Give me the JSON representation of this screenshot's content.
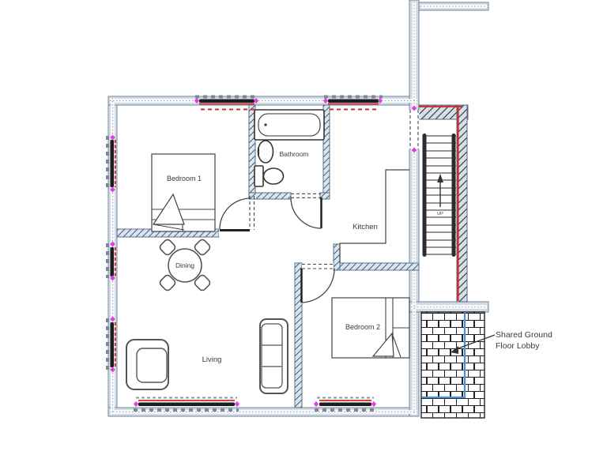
{
  "labels": {
    "bedroom1": "Bedroom 1",
    "bathroom": "Bathroom",
    "kitchen": "Kitchen",
    "dining": "Dining",
    "living": "Living",
    "bedroom2": "Bedroom 2",
    "stairs_direction": "UP",
    "lobby_line1": "Shared Ground",
    "lobby_line2": "Floor Lobby"
  },
  "colors": {
    "wall_fill": "#d3dce6",
    "wall_edge": "#76879b",
    "hatch_wall_fill": "#dbe6f0",
    "hatch_wall_line": "#46607a",
    "stair_wall_hatch_line": "#2f2f38",
    "window_red": "#cc2a2a",
    "marker_magenta": "#e13ee1",
    "window_black": "#1d1d1d",
    "brick_line": "#222222",
    "pipe_blue": "#4a90d9",
    "furniture_line": "#4a4a4a",
    "text": "#3a3a3a"
  }
}
